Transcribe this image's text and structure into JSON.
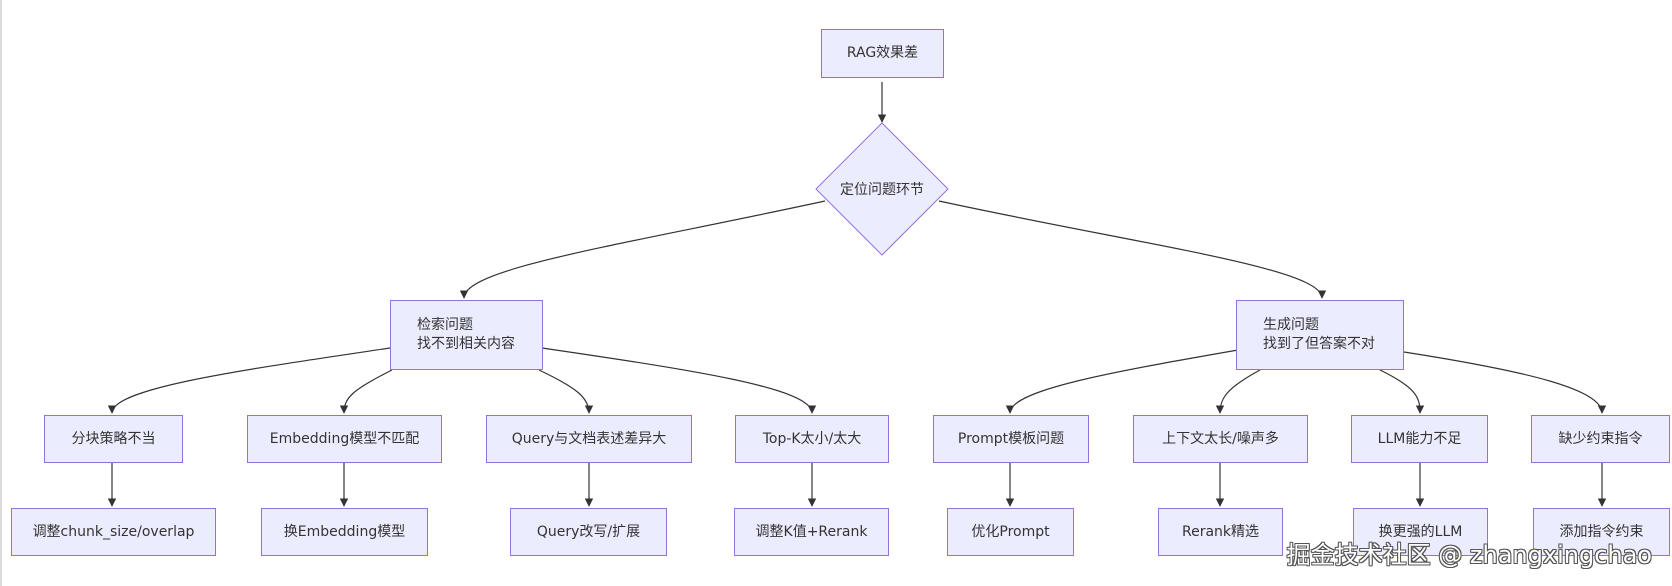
{
  "diagram": {
    "root": "RAG效果差",
    "decision": "定位问题环节",
    "branches": {
      "retrieval": {
        "title": "检索问题",
        "subtitle": "找不到相关内容",
        "causes": [
          {
            "cause": "分块策略不当",
            "fix": "调整chunk_size/overlap"
          },
          {
            "cause": "Embedding模型不匹配",
            "fix": "换Embedding模型"
          },
          {
            "cause": "Query与文档表述差异大",
            "fix": "Query改写/扩展"
          },
          {
            "cause": "Top-K太小/太大",
            "fix": "调整K值+Rerank"
          }
        ]
      },
      "generation": {
        "title": "生成问题",
        "subtitle": "找到了但答案不对",
        "causes": [
          {
            "cause": "Prompt模板问题",
            "fix": "优化Prompt"
          },
          {
            "cause": "上下文太长/噪声多",
            "fix": "Rerank精选"
          },
          {
            "cause": "LLM能力不足",
            "fix": "换更强的LLM"
          },
          {
            "cause": "缺少约束指令",
            "fix": "添加指令约束"
          }
        ]
      }
    }
  },
  "colors": {
    "node_fill": "#ECECFF",
    "node_border": "#9370DB",
    "edge": "#333333",
    "text": "#333333"
  },
  "watermark": "掘金技术社区 @ zhangxingchao"
}
